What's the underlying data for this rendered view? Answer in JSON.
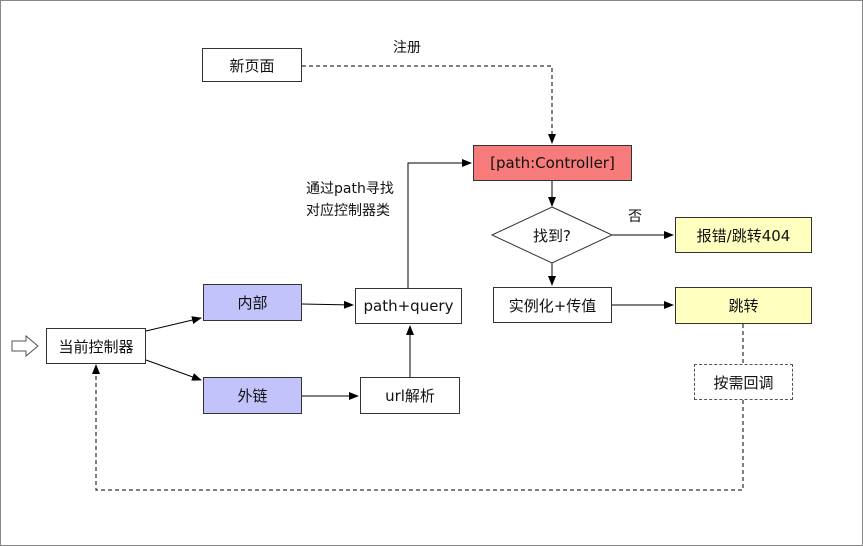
{
  "nodes": {
    "new_page": "新页面",
    "controller": "[path:Controller]",
    "found_q": "找到?",
    "error_404": "报错/跳转404",
    "instantiate": "实例化+传值",
    "jump": "跳转",
    "callback": "按需回调",
    "internal": "内部",
    "external": "外链",
    "path_query": "path+query",
    "url_parse": "url解析",
    "current_controller": "当前控制器"
  },
  "labels": {
    "register": "注册",
    "find_by_path_line1": "通过path寻找",
    "find_by_path_line2": "对应控制器类",
    "no": "否"
  },
  "colors": {
    "controller_fill": "#f77b7b",
    "yellow_fill": "#ffffc0",
    "purple_fill": "#c3c3fb",
    "white_fill": "#ffffff"
  }
}
